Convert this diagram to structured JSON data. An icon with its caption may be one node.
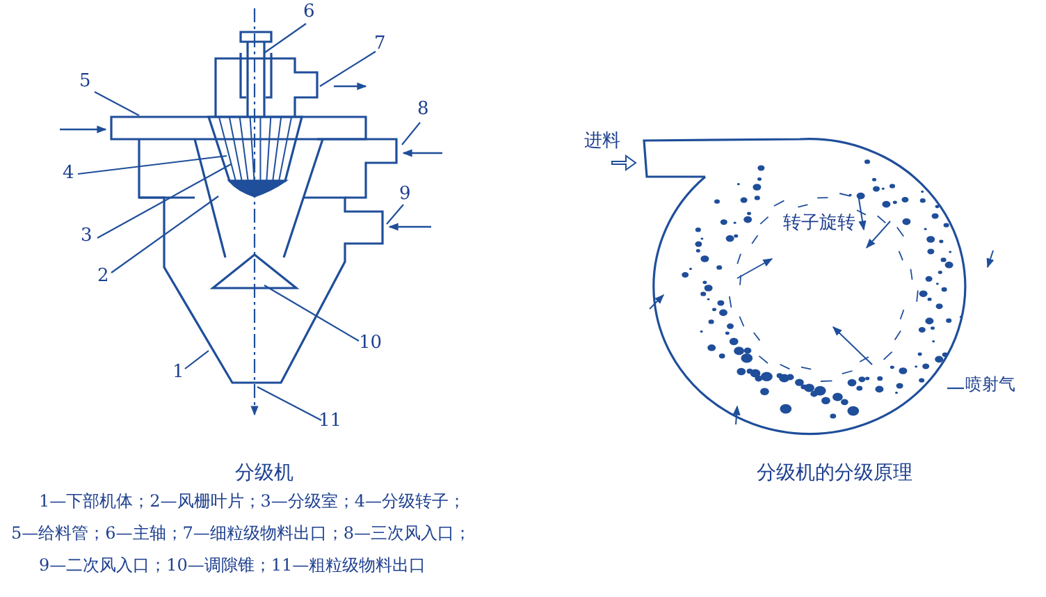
{
  "diagram": {
    "nodes": [
      {
        "text": [
          "6"
        ]
      },
      {
        "text": [
          "7"
        ]
      },
      {
        "text": [
          "5"
        ]
      },
      {
        "text": [
          "8"
        ]
      },
      {
        "text": [
          "4"
        ]
      },
      {
        "text": [
          "9"
        ]
      },
      {
        "text": [
          "3"
        ]
      },
      {
        "text": [
          "2"
        ]
      },
      {
        "text": [
          "10"
        ]
      },
      {
        "text": [
          "1"
        ]
      },
      {
        "text": [
          "11"
        ]
      },
      {
        "text": [
          "喷射气"
        ]
      }
    ],
    "edges": [
      {
        "from": 0,
        "to": null,
        "arrow": "none"
      },
      {
        "from": 1,
        "to": null,
        "arrow": "none"
      },
      {
        "from": 2,
        "to": null,
        "arrow": "none"
      },
      {
        "from": 3,
        "to": null,
        "arrow": "none"
      },
      {
        "from": 4,
        "to": null,
        "arrow": "none"
      },
      {
        "from": 5,
        "to": null,
        "arrow": "none"
      },
      {
        "from": 6,
        "to": null,
        "arrow": "none"
      },
      {
        "from": 7,
        "to": null,
        "arrow": "none"
      },
      {
        "from": 8,
        "to": null,
        "arrow": "none"
      },
      {
        "from": 9,
        "to": null,
        "arrow": "none"
      },
      {
        "from": 10,
        "to": null,
        "arrow": "none"
      },
      {
        "from": 11,
        "to": null,
        "arrow": "none"
      }
    ],
    "labels": [
      "进料",
      "转子旋转",
      "分级机",
      "分级机的分级原理",
      "1—下部机体；2—风栅叶片；3—分级室；4—分级转子；",
      "5—给料管；6—主轴；7—细粒级物料出口；8—三次风入口；",
      "9—二次风入口；10—调隙锥；11—粗粒级物料出口"
    ]
  }
}
